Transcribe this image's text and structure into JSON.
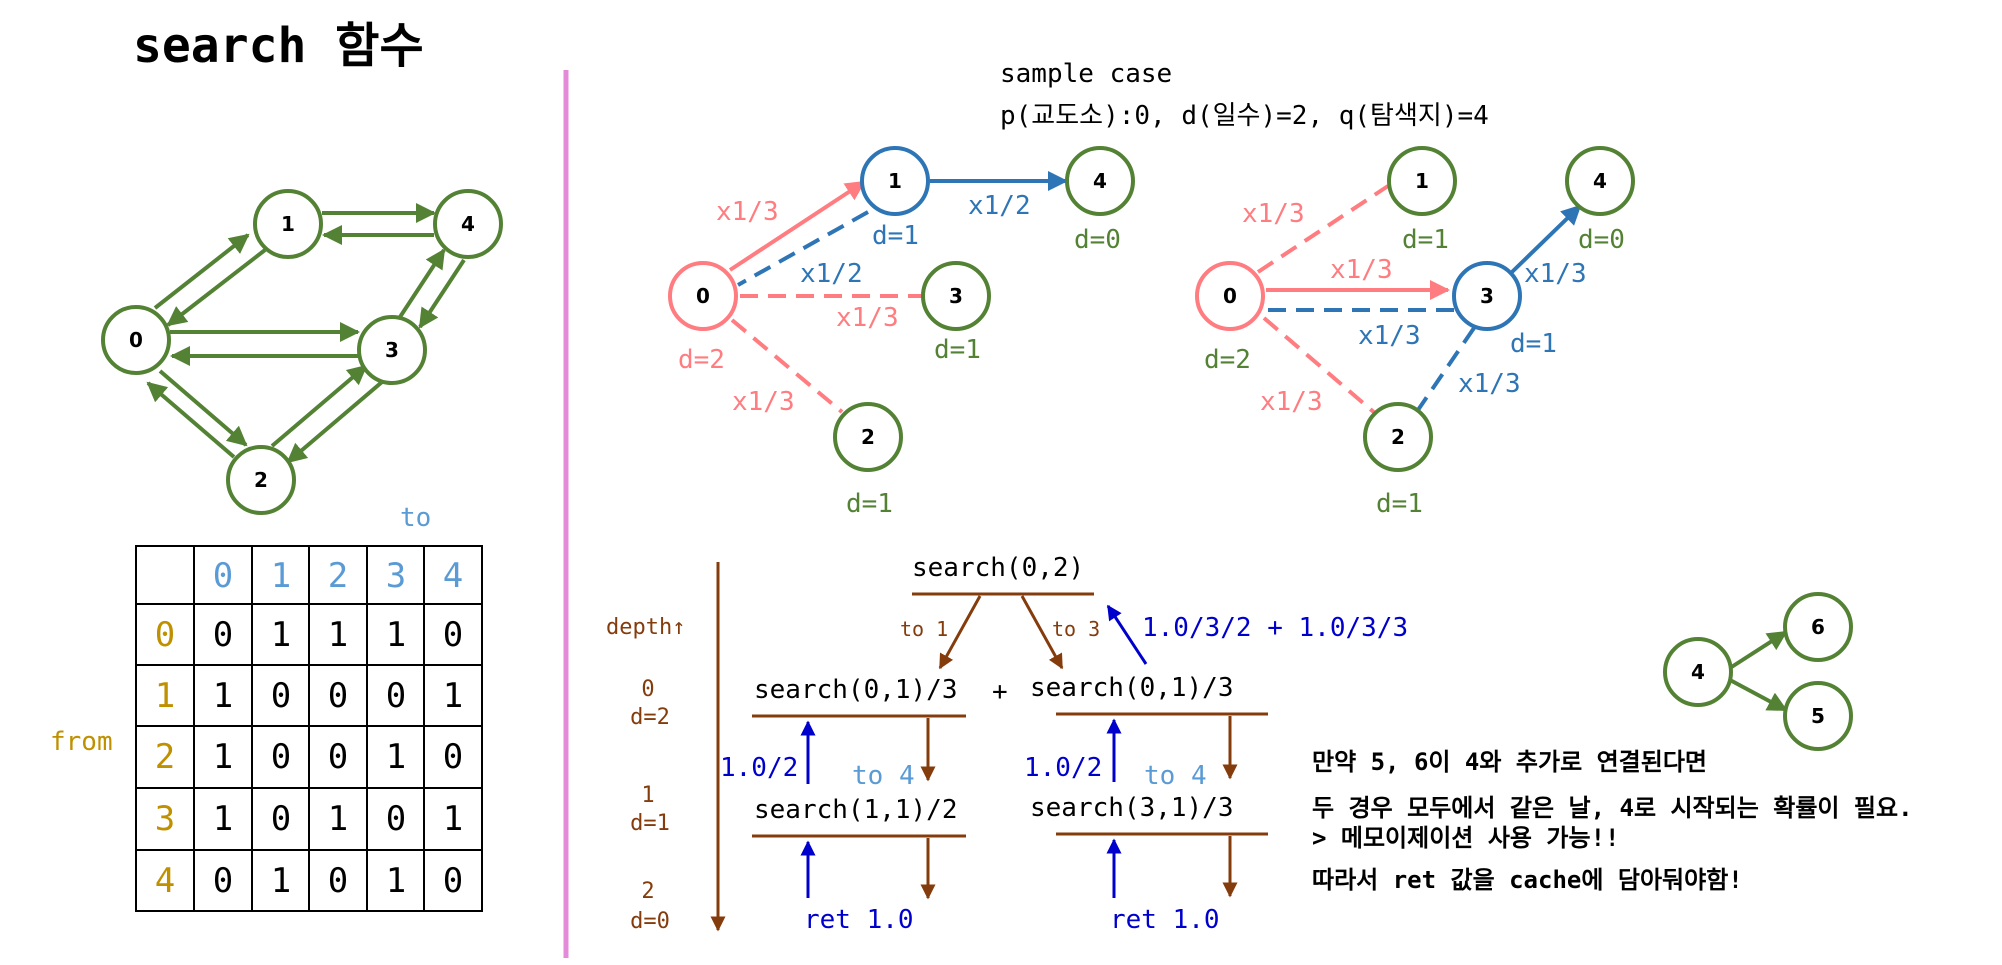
{
  "colors": {
    "green": "#548235",
    "blue": "#2E75B6",
    "pink": "#FF7C80",
    "brown": "#843C0C",
    "navy": "#0000CC",
    "gold": "#BF9000",
    "lightblue": "#5B9BD5",
    "divider": "#E38BD8"
  },
  "title": "search 함수",
  "matrix": {
    "to_label": "to",
    "from_label": "from",
    "col_headers": [
      "0",
      "1",
      "2",
      "3",
      "4"
    ],
    "row_headers": [
      "0",
      "1",
      "2",
      "3",
      "4"
    ],
    "rows": [
      [
        "0",
        "1",
        "1",
        "1",
        "0"
      ],
      [
        "1",
        "0",
        "0",
        "0",
        "1"
      ],
      [
        "1",
        "0",
        "0",
        "1",
        "0"
      ],
      [
        "1",
        "0",
        "1",
        "0",
        "1"
      ],
      [
        "0",
        "1",
        "0",
        "1",
        "0"
      ]
    ]
  },
  "graph_nodes": [
    "0",
    "1",
    "2",
    "3",
    "4"
  ],
  "sample": {
    "line1": "sample case",
    "line2": "p(교도소):0, d(일수)=2, q(탐색지)=4"
  },
  "diagram_a": {
    "nodes": {
      "n0": "0",
      "n1": "1",
      "n2": "2",
      "n3": "3",
      "n4": "4"
    },
    "d_labels": {
      "n0": "d=2",
      "n1": "d=1",
      "n2": "d=1",
      "n3": "d=1",
      "n4": "d=0"
    },
    "edge_labels": {
      "e01": "x1/3",
      "e14": "x1/2",
      "e10": "x1/2",
      "e03": "x1/3",
      "e02": "x1/3"
    }
  },
  "diagram_b": {
    "nodes": {
      "n0": "0",
      "n1": "1",
      "n2": "2",
      "n3": "3",
      "n4": "4"
    },
    "d_labels": {
      "n0": "d=2",
      "n1": "d=1",
      "n2": "d=1",
      "n3": "d=1",
      "n4": "d=0"
    },
    "edge_labels": {
      "e01": "x1/3",
      "e03": "x1/3",
      "e30": "x1/3",
      "e34": "x1/3",
      "e02": "x1/3",
      "e32": "x1/3"
    }
  },
  "recursion": {
    "depth_label": "depth↑",
    "level0": "0",
    "level0_d": "d=2",
    "level1": "1",
    "level1_d": "d=1",
    "level2": "2",
    "level2_d": "d=0",
    "root": "search(0,2)",
    "to1": "to 1",
    "to3": "to 3",
    "sum_expr": "1.0/3/2 + 1.0/3/3",
    "left_call": "search(0,1)/3",
    "plus": "+",
    "right_call": "search(0,1)/3",
    "left_ret": "1.0/2",
    "left_to4": "to 4",
    "right_ret": "1.0/2",
    "right_to4": "to 4",
    "left_child": "search(1,1)/2",
    "right_child": "search(3,1)/3",
    "left_leaf": "ret 1.0",
    "right_leaf": "ret 1.0"
  },
  "extra_graph": {
    "n4": "4",
    "n6": "6",
    "n5": "5"
  },
  "notes": {
    "line1": "만약 5, 6이 4와 추가로 연결된다면",
    "line2": "두 경우 모두에서 같은 날, 4로 시작되는 확률이 필요.",
    "line3": "> 메모이제이션 사용 가능!!",
    "line4": "따라서 ret 값을 cache에 담아둬야함!"
  }
}
